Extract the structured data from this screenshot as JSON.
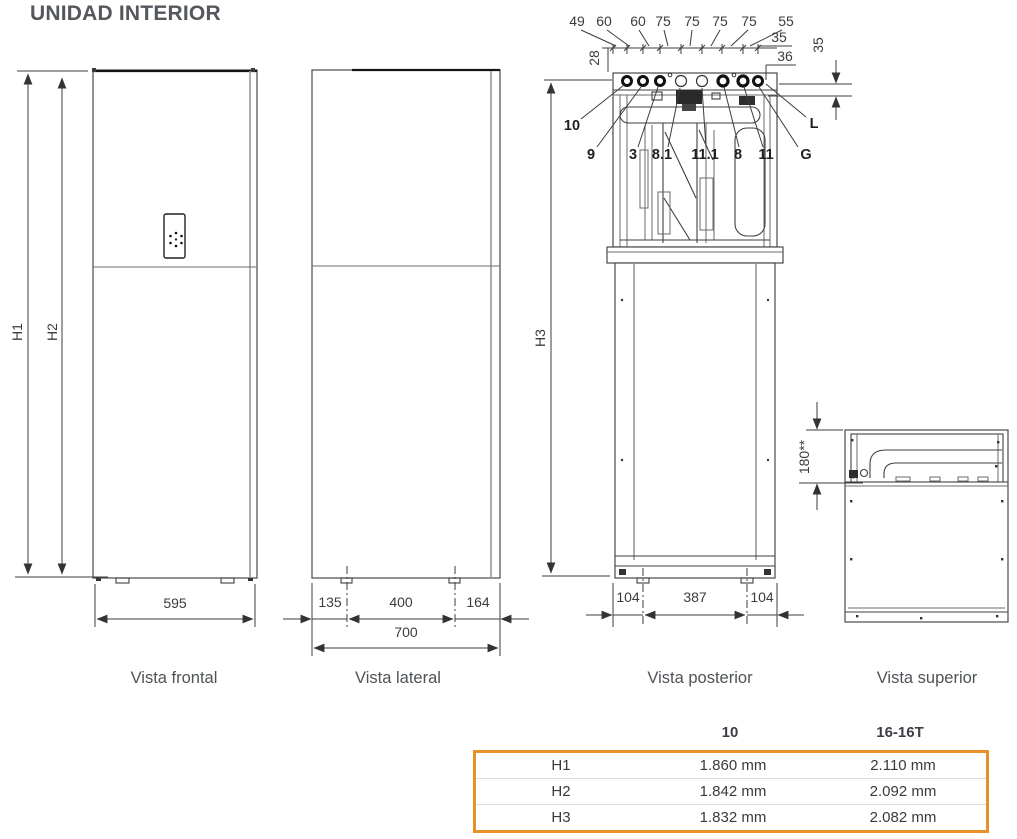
{
  "title": "UNIDAD INTERIOR",
  "views": {
    "frontal": {
      "caption": "Vista frontal",
      "h1": "H1",
      "h2": "H2",
      "width": "595"
    },
    "lateral": {
      "caption": "Vista lateral",
      "d1": "135",
      "d2": "400",
      "d3": "164",
      "total": "700"
    },
    "posterior": {
      "caption": "Vista posterior",
      "top_dims": [
        "49",
        "60",
        "60",
        "75",
        "75",
        "75",
        "75",
        "55"
      ],
      "dim28": "28",
      "dim35_top": "35",
      "dim36": "36",
      "dim35_right": "35",
      "part_labels": [
        "10",
        "9",
        "3",
        "8.1",
        "11.1",
        "8",
        "11"
      ],
      "label_l": "L",
      "label_g": "G",
      "h3": "H3",
      "bottom_dims": [
        "104",
        "387",
        "104"
      ]
    },
    "superior": {
      "caption": "Vista superior",
      "depth": "180**"
    }
  },
  "table": {
    "col_headers": [
      "10",
      "16-16T"
    ],
    "rows": [
      {
        "name": "H1",
        "c1": "1.860 mm",
        "c2": "2.110 mm"
      },
      {
        "name": "H2",
        "c1": "1.842 mm",
        "c2": "2.092 mm"
      },
      {
        "name": "H3",
        "c1": "1.832 mm",
        "c2": "2.082 mm"
      }
    ]
  },
  "colors": {
    "accent": "#E8912A",
    "line": "#3f3f3f",
    "text": "#4e5357"
  }
}
